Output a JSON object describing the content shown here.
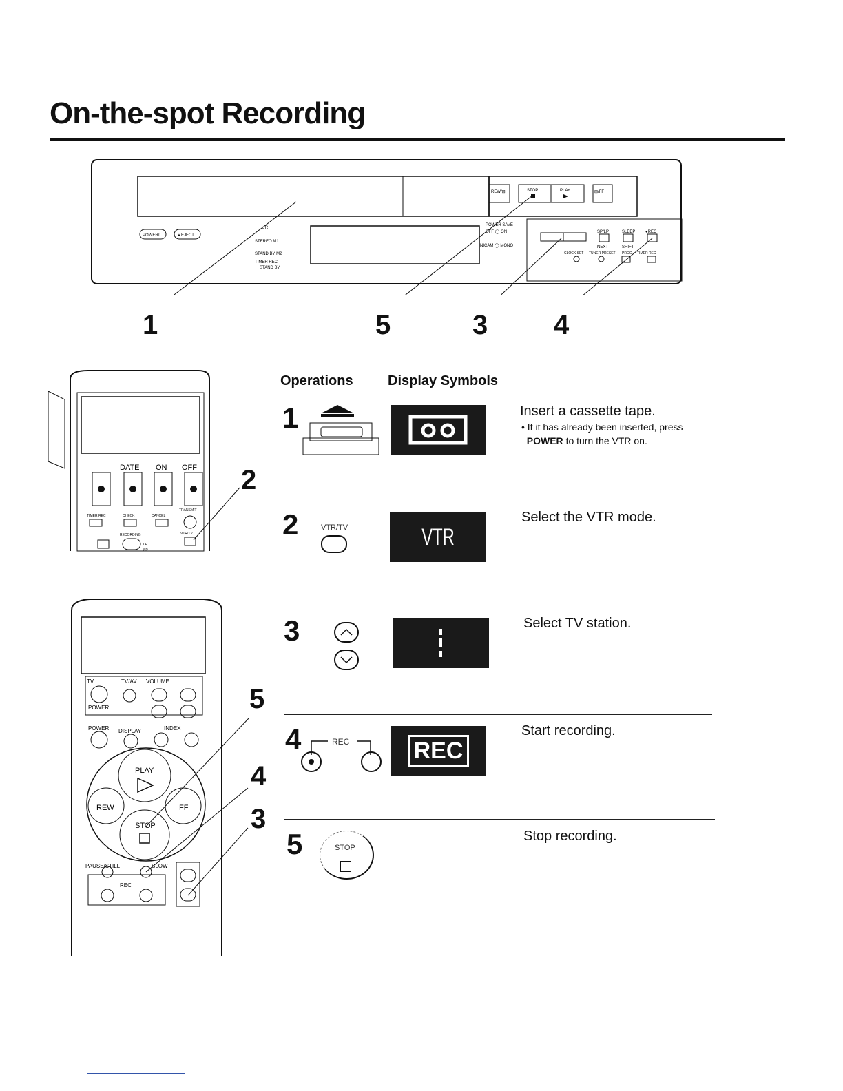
{
  "page": {
    "title": "On-the-spot Recording"
  },
  "vcr": {
    "callouts": [
      "1",
      "5",
      "3",
      "4"
    ],
    "labels": {
      "rew": "REW/⊟",
      "stop": "STOP",
      "play": "PLAY",
      "ff": "⊟/FF",
      "power": "POWER/I",
      "eject": "▲EJECT",
      "lr": "L   R",
      "stereo": "STEREO M1",
      "standby": "STAND BY M2",
      "timer_rec": "TIMER REC",
      "stand_by": "STAND BY",
      "power_save": "POWER SAVE",
      "off_on": "OFF ◯ ON",
      "nicam": "NICAM ◯ MONO",
      "spap": "SP/LP",
      "sleep": "SLEEP",
      "orec": "●REC",
      "next": "NEXT",
      "shift": "SHIFT",
      "clock_set": "CLOCK SET",
      "tuner_preset": "TUNER PRESET",
      "prog": "PROG",
      "timer_rec2": "TIMER REC"
    }
  },
  "remote_top": {
    "callout": "2",
    "labels": {
      "date": "DATE",
      "on": "ON",
      "off": "OFF",
      "timer_rec": "TIMER REC",
      "check": "CHECK",
      "cancel": "CANCEL",
      "transmit": "TRANSMIT",
      "recording": "RECORDING",
      "lp": "LP",
      "sp": "SP",
      "vtr_tv": "VTR/TV"
    }
  },
  "remote_bottom": {
    "callouts": [
      "5",
      "4",
      "3"
    ],
    "labels": {
      "tv": "TV",
      "tvav": "TV/AV",
      "volume": "VOLUME",
      "power": "POWER",
      "power2": "POWER",
      "display": "DISPLAY",
      "index": "INDEX",
      "play": "PLAY",
      "rew": "REW",
      "ff": "FF",
      "stop": "STOP",
      "pause": "PAUSE/STILL",
      "slow": "SLOW",
      "rec": "REC"
    }
  },
  "table": {
    "col_operations": "Operations",
    "col_display": "Display Symbols",
    "steps": [
      {
        "num": "1",
        "desc": "Insert a cassette tape.",
        "note_pre": "If it has already been inserted, press",
        "note_bold": "POWER",
        "note_post": "to turn the VTR on."
      },
      {
        "num": "2",
        "desc": "Select the VTR mode.",
        "button_label": "VTR/TV",
        "display_text": "VTR"
      },
      {
        "num": "3",
        "desc": "Select TV station."
      },
      {
        "num": "4",
        "desc": "Start recording.",
        "button_label": "REC",
        "display_text": "REC"
      },
      {
        "num": "5",
        "desc": "Stop recording.",
        "button_label": "STOP"
      }
    ]
  }
}
